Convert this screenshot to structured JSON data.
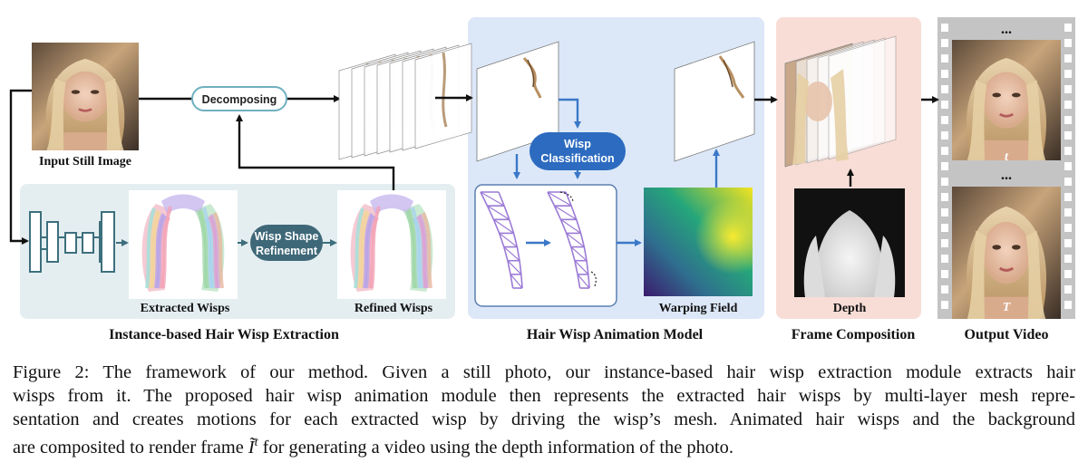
{
  "labels": {
    "input_still_image": "Input Still Image",
    "decomposing": "Decomposing",
    "extracted_wisps": "Extracted Wisps",
    "wisp_shape_refinement_1": "Wisp Shape",
    "wisp_shape_refinement_2": "Refinement",
    "refined_wisps": "Refined Wisps",
    "wisp_classification_1": "Wisp",
    "wisp_classification_2": "Classification",
    "warping_field": "Warping Field",
    "depth": "Depth",
    "output_t": "t",
    "output_T": "T",
    "ellipsis": "..."
  },
  "sections": {
    "extraction": "Instance-based Hair Wisp Extraction",
    "animation": "Hair Wisp Animation Model",
    "composition": "Frame Composition",
    "output": "Output Video"
  },
  "caption": {
    "line1": "Figure 2: The framework of our method. Given a still photo, our instance-based hair wisp extraction module extracts hair",
    "line2": "wisps from it. The proposed hair wisp animation module then represents the extracted hair wisps by multi-layer mesh repre-",
    "line3": "sentation and creates motions for each extracted wisp by driving the wisp’s mesh. Animated hair wisps and the background",
    "line4_a": "are composited to render frame ",
    "line4_symbol": "Ĩ",
    "line4_sup": "t",
    "line4_b": " for generating a video using the depth information of the photo."
  },
  "colors": {
    "extraction_bg": "#e4eef0",
    "animation_bg": "#dce8f8",
    "composition_bg": "#f8ddd6",
    "output_bg": "#c4c4c4",
    "pill_dark": "#3e6878",
    "pill_blue": "#2c6bbf",
    "arrow_dark": "#111111",
    "arrow_teal": "#3d6f7d",
    "arrow_blue": "#3a78c8"
  }
}
